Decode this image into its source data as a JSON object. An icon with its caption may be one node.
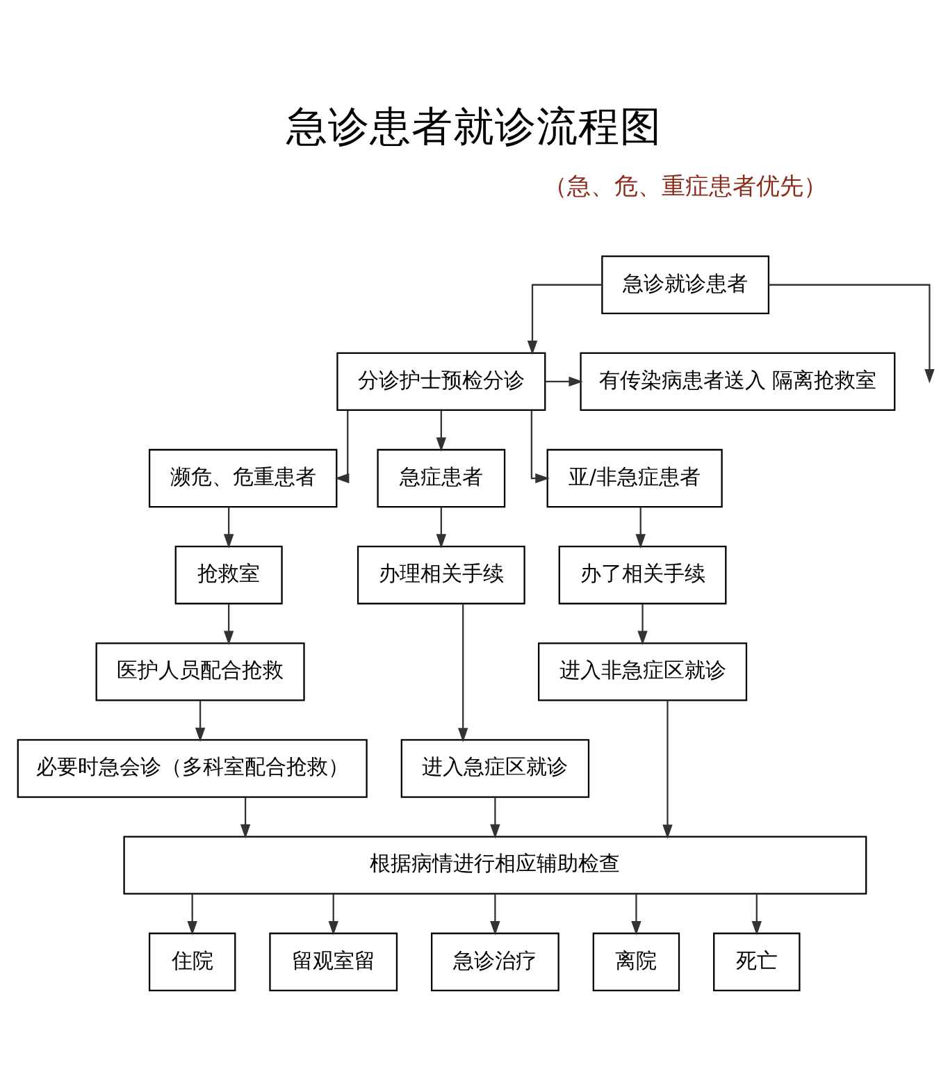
{
  "diagram": {
    "title": "急诊患者就诊流程图",
    "nodes": [
      {
        "text": [
          "急诊就诊患者"
        ]
      },
      {
        "text": [
          "分诊护士预检分诊"
        ]
      },
      {
        "text": [
          "有传染病患者送入 隔离抢救室"
        ]
      },
      {
        "text": [
          "濒危、危重患者"
        ]
      },
      {
        "text": [
          "急症患者"
        ]
      },
      {
        "text": [
          "亚/非急症患者"
        ]
      },
      {
        "text": [
          "抢救室"
        ]
      },
      {
        "text": [
          "办理相关手续"
        ]
      },
      {
        "text": [
          "办了相关手续"
        ]
      },
      {
        "text": [
          "医护人员配合抢救"
        ]
      },
      {
        "text": [
          "进入急症区就诊"
        ]
      },
      {
        "text": [
          "进入非急症区就诊"
        ]
      },
      {
        "text": [
          "必要时急会诊（多科室配合抢救）"
        ]
      },
      {
        "text": [
          "根据病情进行相应辅助检查"
        ]
      },
      {
        "text": [
          "住院"
        ]
      },
      {
        "text": [
          "留观室留"
        ]
      },
      {
        "text": [
          "急诊治疗"
        ]
      },
      {
        "text": [
          "离院"
        ]
      },
      {
        "text": [
          "死亡"
        ]
      }
    ],
    "edges": [
      {
        "from": 0,
        "to": 1,
        "arrow": "to"
      },
      {
        "from": 0,
        "to": null,
        "arrow": "to"
      },
      {
        "from": 1,
        "to": 2,
        "arrow": "to"
      },
      {
        "from": 1,
        "to": 3,
        "arrow": "to"
      },
      {
        "from": 1,
        "to": 4,
        "arrow": "to"
      },
      {
        "from": 1,
        "to": 5,
        "arrow": "to"
      },
      {
        "from": 3,
        "to": 6,
        "arrow": "to"
      },
      {
        "from": 4,
        "to": 7,
        "arrow": "to"
      },
      {
        "from": 5,
        "to": 8,
        "arrow": "to"
      },
      {
        "from": 6,
        "to": 9,
        "arrow": "to"
      },
      {
        "from": 7,
        "to": 10,
        "arrow": "to"
      },
      {
        "from": 8,
        "to": 11,
        "arrow": "to"
      },
      {
        "from": 9,
        "to": 12,
        "arrow": "to"
      },
      {
        "from": 12,
        "to": 13,
        "arrow": "to"
      },
      {
        "from": 10,
        "to": 13,
        "arrow": "to"
      },
      {
        "from": 11,
        "to": 13,
        "arrow": "to"
      },
      {
        "from": 13,
        "to": 14,
        "arrow": "to"
      },
      {
        "from": 13,
        "to": 15,
        "arrow": "to"
      },
      {
        "from": 13,
        "to": 16,
        "arrow": "to"
      },
      {
        "from": 13,
        "to": 17,
        "arrow": "to"
      },
      {
        "from": 13,
        "to": 18,
        "arrow": "to"
      }
    ],
    "labels": [
      "（急、危、重症患者优先）"
    ]
  }
}
